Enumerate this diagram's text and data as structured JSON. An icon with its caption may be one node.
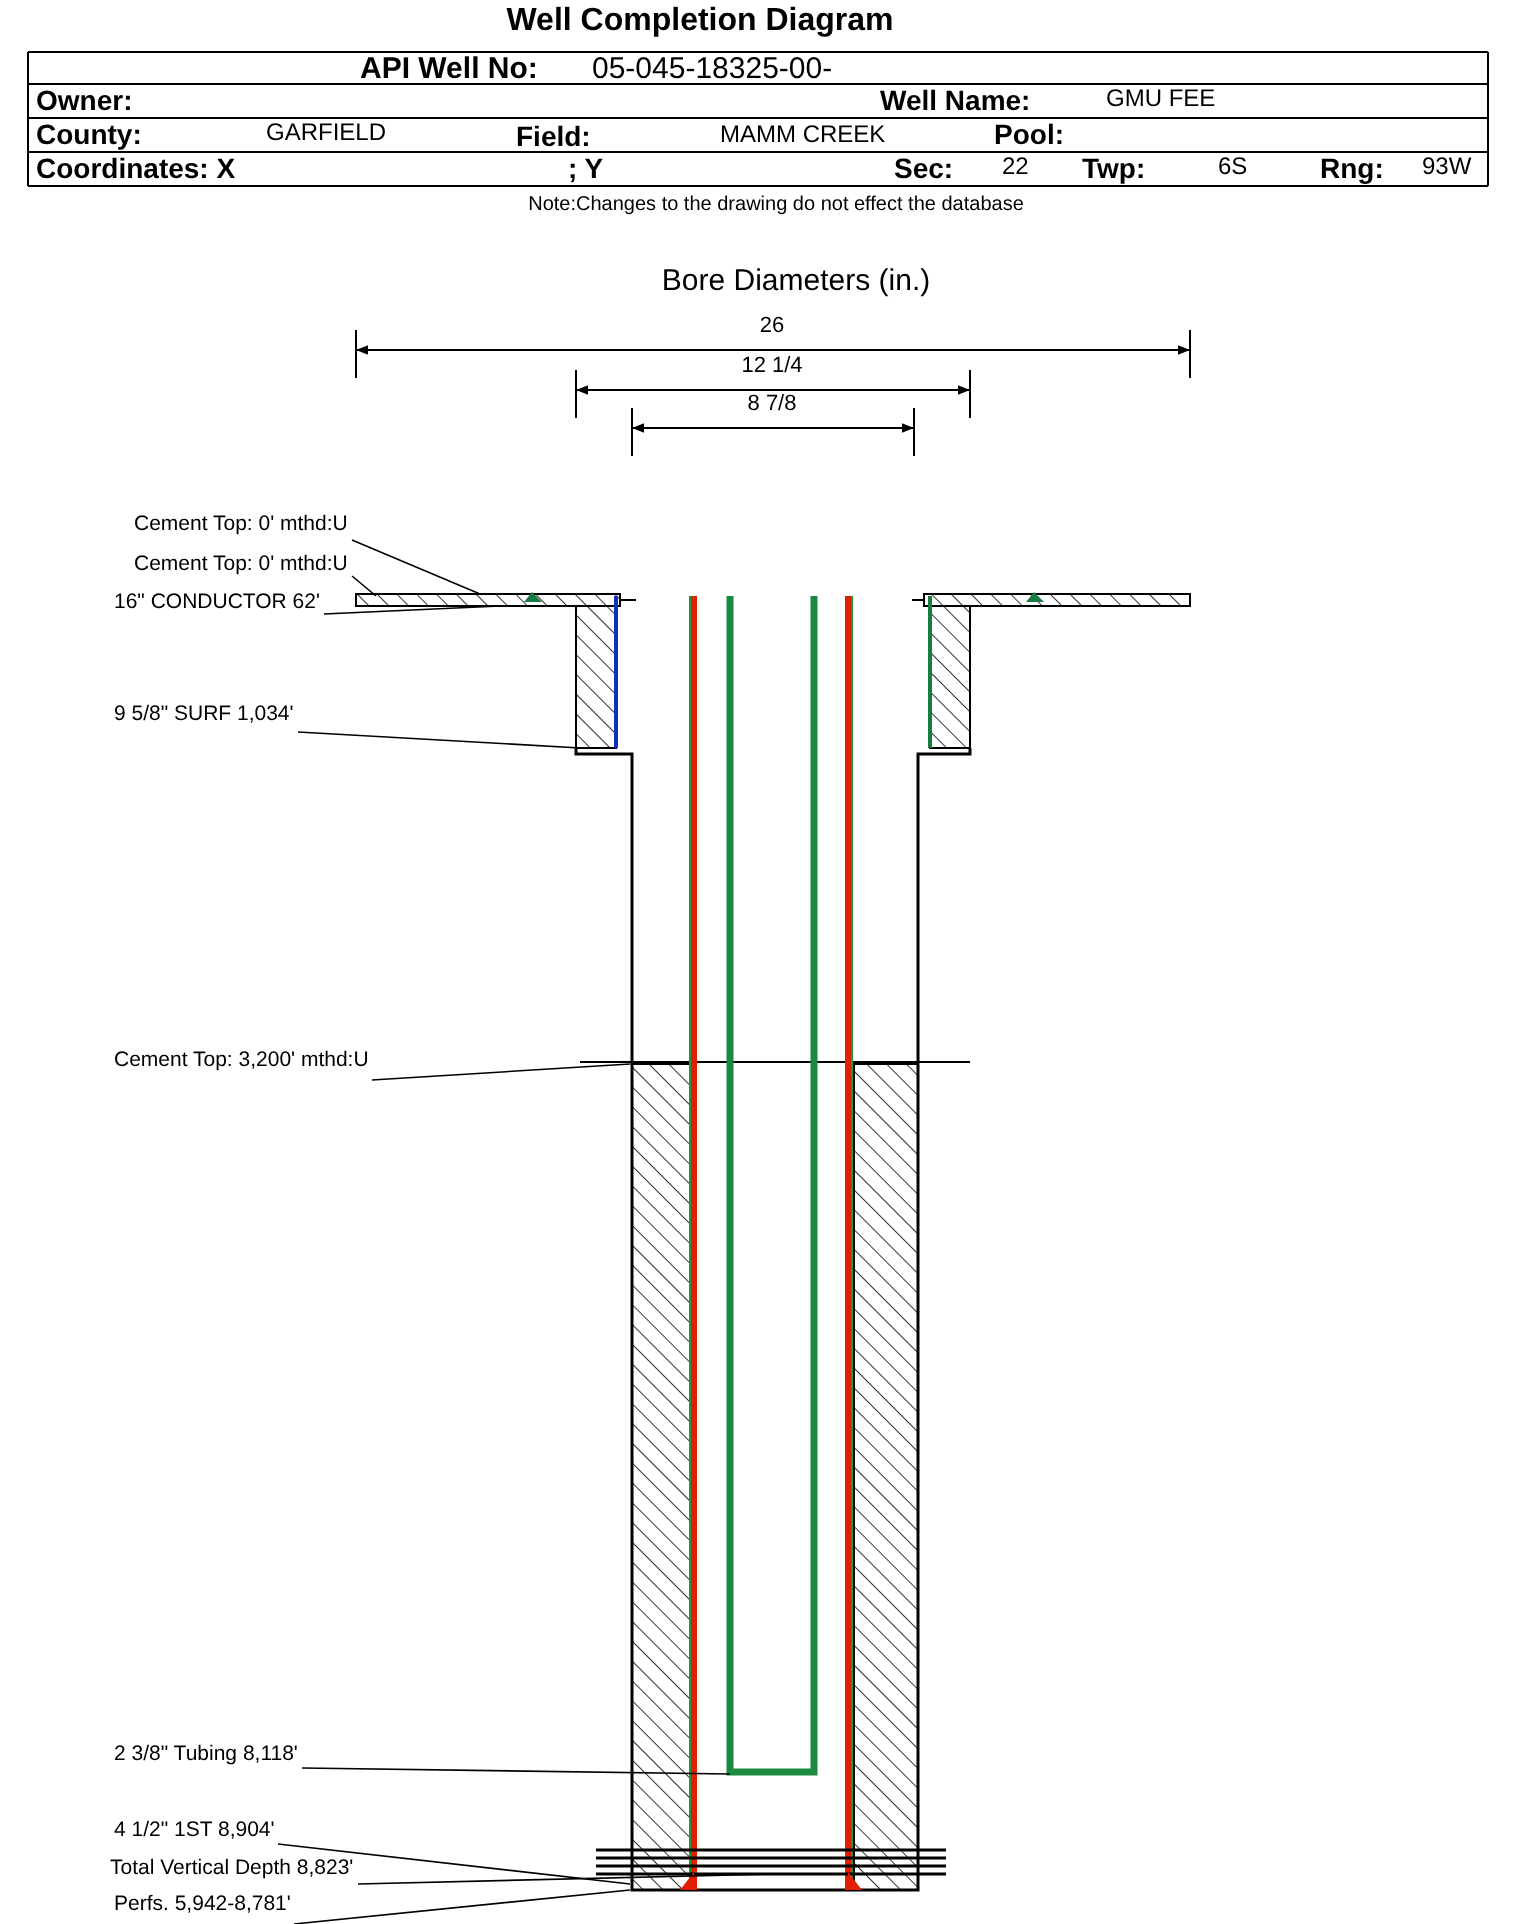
{
  "diagram": {
    "title": "Well Completion Diagram",
    "nodes": [
      {
        "text": [
          "Cement Top: 0' mthd:U"
        ]
      },
      {
        "text": [
          "Cement Top: 0' mthd:U"
        ]
      },
      {
        "text": [
          "16\" CONDUCTOR 62'"
        ]
      },
      {
        "text": [
          "9 5/8\" SURF 1,034'"
        ]
      },
      {
        "text": [
          "Cement Top: 3,200' mthd:U"
        ]
      },
      {
        "text": [
          "2 3/8\" Tubing 8,118'"
        ]
      },
      {
        "text": [
          "4 1/2\" 1ST 8,904'"
        ]
      },
      {
        "text": [
          "Total Vertical Depth 8,823'"
        ]
      },
      {
        "text": [
          "Perfs. 5,942-8,781'"
        ]
      }
    ],
    "edges": [
      {
        "from": 0,
        "to": null,
        "arrow": "none"
      },
      {
        "from": 1,
        "to": null,
        "arrow": "none"
      },
      {
        "from": 2,
        "to": null,
        "arrow": "none"
      },
      {
        "from": 3,
        "to": null,
        "arrow": "none"
      },
      {
        "from": 4,
        "to": null,
        "arrow": "none"
      },
      {
        "from": 5,
        "to": null,
        "arrow": "none"
      },
      {
        "from": 6,
        "to": null,
        "arrow": "none"
      },
      {
        "from": 7,
        "to": null,
        "arrow": "none"
      },
      {
        "from": 8,
        "to": null,
        "arrow": "none"
      }
    ],
    "labels": [
      "API Well No:",
      "05-045-18325-00-",
      "Owner:",
      "Well Name:",
      "GMU FEE",
      "County:",
      "GARFIELD",
      "Field:",
      "MAMM CREEK",
      "Pool:",
      "Coordinates: X",
      "; Y",
      "Sec:",
      "22",
      "Twp:",
      "6S",
      "Rng:",
      "93W",
      "Note:Changes to the drawing do not effect the database",
      "Bore Diameters (in.)",
      "26",
      "12 1/4",
      "8 7/8"
    ]
  }
}
